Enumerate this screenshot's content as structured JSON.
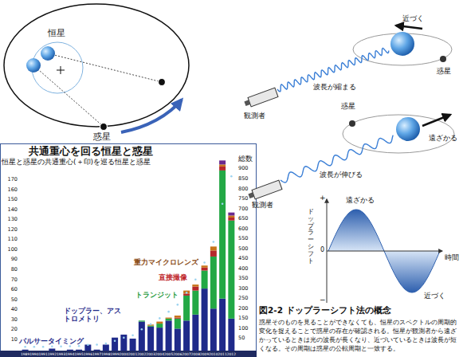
{
  "diagram": {
    "title": "共通重心を回る恒星と惑星",
    "caption": "図2-2 ドップラーシフト法の概念",
    "labels": [
      "恒星",
      "惑星",
      "恒星と惑星の共通重心(＋印)を巡る恒星と惑星",
      "総数",
      "170",
      "160",
      "150",
      "140",
      "130",
      "120",
      "110",
      "100",
      "90",
      "80",
      "70",
      "60",
      "50",
      "40",
      "30",
      "20",
      "10",
      "900",
      "850",
      "800",
      "750",
      "700",
      "650",
      "600",
      "550",
      "500",
      "450",
      "400",
      "350",
      "300",
      "250",
      "200",
      "150",
      "100",
      "50",
      "重力マイクロレンズ",
      "直接撮像",
      "トランジット",
      "ドップラー、アストロメトリ",
      "パルサータイミング",
      "1989",
      "1990",
      "1991",
      "1992",
      "1993",
      "1994",
      "1995",
      "1996",
      "1997",
      "1998",
      "1999",
      "2000",
      "2001",
      "2002",
      "2003",
      "2004",
      "2005",
      "2006",
      "2007",
      "2008",
      "2009",
      "2010",
      "2011",
      "2012",
      "近づく",
      "波長が縮まる",
      "惑星",
      "観測者",
      "惑星",
      "遠ざかる",
      "波長が伸びる",
      "観測者",
      "+",
      "ドップラーシフト",
      "0",
      "時間",
      "−",
      "遠ざかる",
      "近づく",
      "惑星そのものを見ることができなくても、恒星のスペクトルの周期的変化を捉えることで惑星の存在が確認される。恒星が観測者から遠ざかっているときは光の波長が長くなり、近づいているときは波長が短くなる。その周期は惑星の公転周期と一致する。"
    ]
  }
}
